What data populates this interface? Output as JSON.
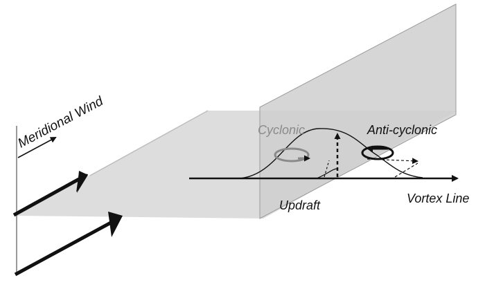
{
  "labels": {
    "meridional_wind": "Meridional Wind",
    "cyclonic": "Cyclonic",
    "anti_cyclonic": "Anti-cyclonic",
    "updraft": "Updraft",
    "vortex_line": "Vortex Line"
  },
  "colors": {
    "background": "#ffffff",
    "plane_fill": "#d6d6d6",
    "plane_edge": "#9a9a9a",
    "ink": "#111111",
    "cyclonic_gray": "#8a8a8a"
  },
  "icons": {
    "wind_arrow": "arrow-icon",
    "rotation": "rotation-ellipse-icon"
  }
}
